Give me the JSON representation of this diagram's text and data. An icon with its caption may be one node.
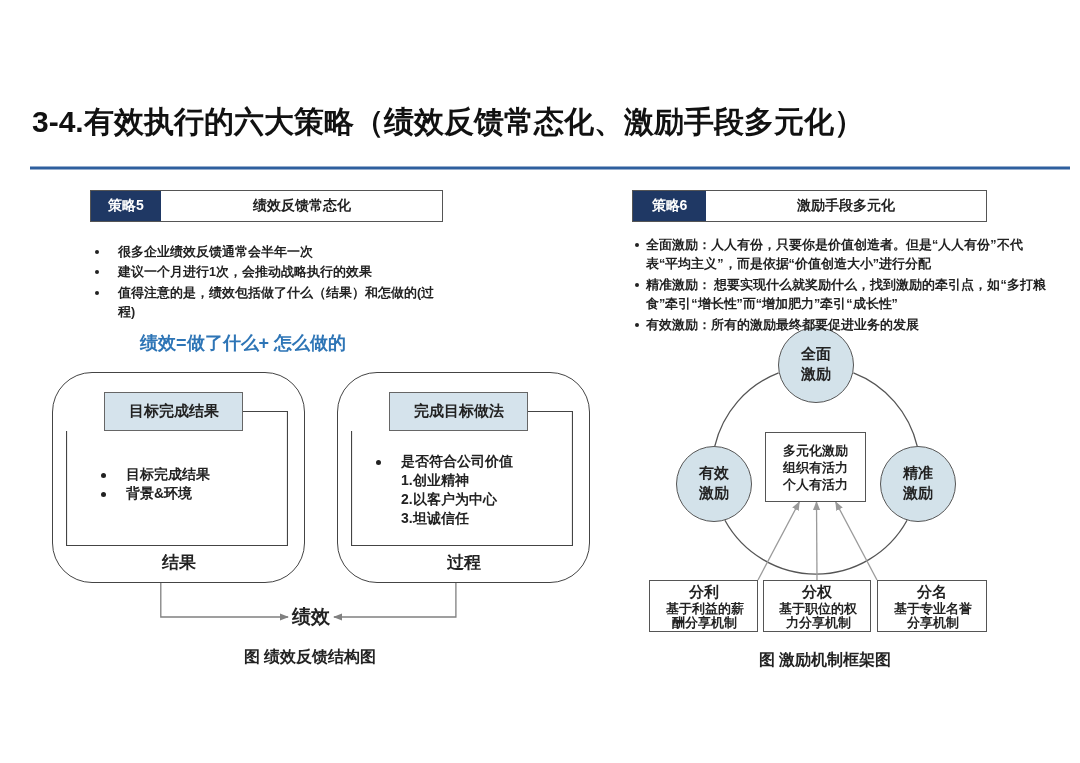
{
  "diagram": {
    "title": "3-4.有效执行的六大策略（绩效反馈常态化、激励手段多元化）",
    "nodes": [
      {
        "text": [
          "策略5",
          "绩效反馈常态化"
        ]
      },
      {
        "text": [
          "策略6",
          "激励手段多元化"
        ]
      },
      {
        "text": [
          "结果"
        ]
      },
      {
        "text": [
          "目标完成结果"
        ],
        "in": 2
      },
      {
        "text": [
          "目标完成结果",
          "背景&环境"
        ],
        "in": 2
      },
      {
        "text": [
          "过程"
        ]
      },
      {
        "text": [
          "完成目标做法"
        ],
        "in": 5
      },
      {
        "text": [
          "是否符合公司价值",
          "1.创业精神",
          "2.以客户为中心",
          "3.坦诚信任"
        ],
        "in": 5
      },
      {
        "text": [
          "绩效"
        ]
      },
      {
        "text": [
          "全面激励"
        ]
      },
      {
        "text": [
          "有效激励"
        ]
      },
      {
        "text": [
          "多元化激励",
          "组织有活力",
          "个人有活力"
        ]
      },
      {
        "text": [
          "精准激励"
        ]
      },
      {
        "text": [
          "分利",
          "基于利益的薪酬分享机制"
        ]
      },
      {
        "text": [
          "分权",
          "基于职位的权力分享机制"
        ]
      },
      {
        "text": [
          "分名",
          "基于专业名誉分享机制"
        ]
      }
    ],
    "edges": [
      {
        "from": 2,
        "to": 8,
        "arrow": "to"
      },
      {
        "from": 5,
        "to": 8,
        "arrow": "to"
      },
      {
        "from": 9,
        "to": 10,
        "arrow": "none"
      },
      {
        "from": 9,
        "to": 12,
        "arrow": "none"
      },
      {
        "from": 10,
        "to": 12,
        "arrow": "none"
      },
      {
        "from": 13,
        "to": 11,
        "arrow": "to"
      },
      {
        "from": 14,
        "to": 11,
        "arrow": "to"
      },
      {
        "from": 15,
        "to": 11,
        "arrow": "to"
      }
    ],
    "labels": [
      "很多企业绩效反馈通常会半年一次",
      "建议一个月进行1次，会推动战略执行的效果",
      "值得注意的是，绩效包括做了什么（结果）和怎做的(过程)",
      "绩效=做了什么+ 怎么做的",
      "全面激励：人人有份，只要你是价值创造者。但是“人人有份”不代表“平均主义”，而是依据“价值创造大小”进行分配",
      "精准激励： 想要实现什么就奖励什么，找到激励的牵引点，如“多打粮食”牵引“增长性”而“增加肥力”牵引“成长性”",
      "有效激励：所有的激励最终都要促进业务的发展",
      "图  绩效反馈结构图",
      "图  激励机制框架图"
    ]
  }
}
